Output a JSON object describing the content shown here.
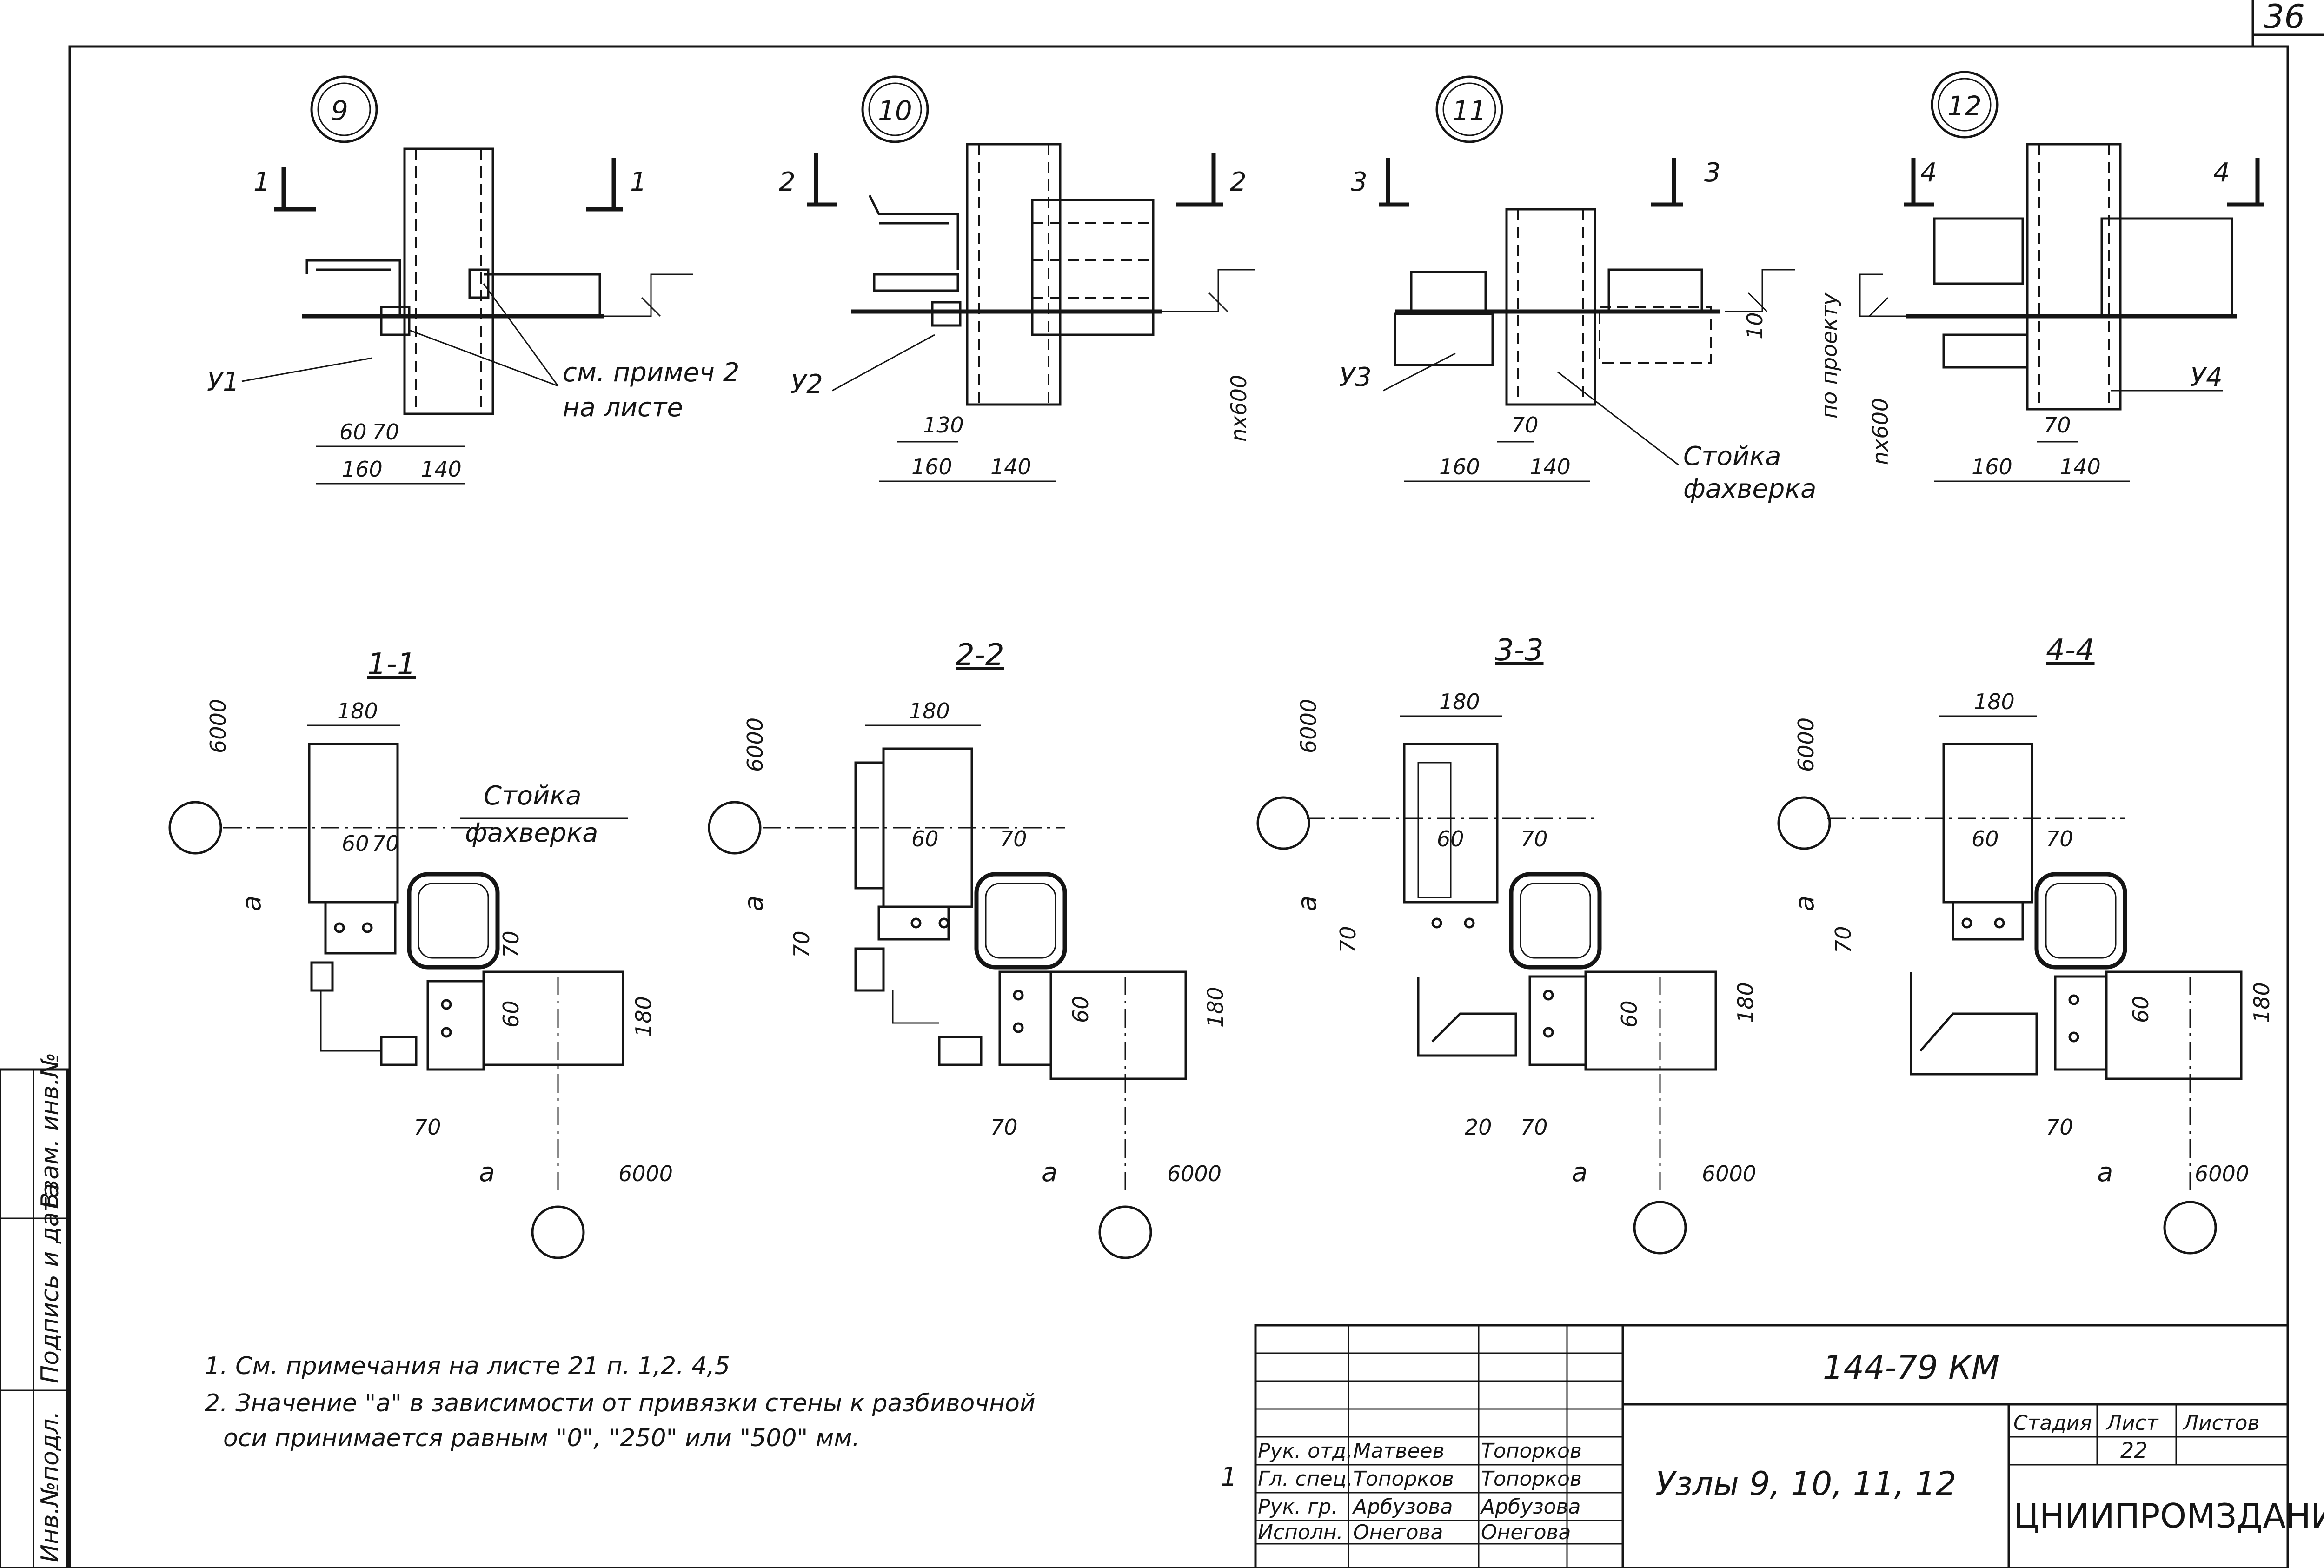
{
  "sheet": {
    "corner_number": "36",
    "side_stamp": [
      "Взам. инв.№",
      "Подпись и дата",
      "Инв.№подл."
    ]
  },
  "nodes": [
    {
      "id": "9",
      "cut_left": "1",
      "cut_right": "1",
      "element": "У1",
      "note": [
        "см. примеч 2",
        "на листе"
      ],
      "dims": [
        "60",
        "70",
        "160",
        "140"
      ]
    },
    {
      "id": "10",
      "cut_left": "2",
      "cut_right": "2",
      "element": "У2",
      "height_mark": "nх600",
      "dims": [
        "130",
        "160",
        "140"
      ]
    },
    {
      "id": "11",
      "cut_left": "3",
      "cut_right": "3",
      "element": "У3",
      "height_mark": "по проекту",
      "gap": "10",
      "callout": [
        "Стойка",
        "фахверка"
      ],
      "dims": [
        "70",
        "160",
        "140"
      ]
    },
    {
      "id": "12",
      "cut_left": "4",
      "cut_right": "4",
      "element": "У4",
      "height_mark": "nх600",
      "dims": [
        "70",
        "160",
        "140"
      ]
    }
  ],
  "sections": [
    {
      "title": "1-1",
      "width": "180",
      "pitch": "6000",
      "a": "a",
      "d1": "60",
      "d2": "70",
      "d3": "70",
      "side": "180",
      "vd": "60",
      "bottom": "70",
      "callout": [
        "Стойка",
        "фахверка"
      ]
    },
    {
      "title": "2-2",
      "width": "180",
      "pitch": "6000",
      "a": "a",
      "d1": "60",
      "d2": "70",
      "d3": "70",
      "side": "180",
      "vd": "60",
      "bottom": "70"
    },
    {
      "title": "3-3",
      "width": "180",
      "pitch": "6000",
      "a": "a",
      "d1": "60",
      "d2": "70",
      "d3": "70",
      "side": "180",
      "vd": "60",
      "bottom": "70",
      "extra": "20"
    },
    {
      "title": "4-4",
      "width": "180",
      "pitch": "6000",
      "a": "a",
      "d1": "60",
      "d2": "70",
      "d3": "70",
      "side": "180",
      "vd": "60",
      "bottom": "70"
    }
  ],
  "notes": [
    "1. См. примечания на листе 21 п. 1,2. 4,5",
    "2. Значение \"а\" в зависимости от привязки стены к разбивочной",
    "оси принимается равным \"0\", \"250\" или \"500\" мм."
  ],
  "title_block": {
    "code": "144-79 КМ",
    "subject": "Узлы 9, 10, 11, 12",
    "stage_label": "Стадия",
    "sheet_label": "Лист",
    "sheets_label": "Листов",
    "sheet_value": "22",
    "organization": "ЦНИИПРОМЗДАНИЙ",
    "revision_mark": "1",
    "roles": [
      {
        "role": "Рук. отд.",
        "name": "Матвеев",
        "sign": "Топорков"
      },
      {
        "role": "Гл. спец.",
        "name": "Топорков",
        "sign": "Топорков"
      },
      {
        "role": "Рук. гр.",
        "name": "Арбузова",
        "sign": "Арбузова"
      },
      {
        "role": "Исполн.",
        "name": "Онегова",
        "sign": "Онегова"
      }
    ]
  }
}
